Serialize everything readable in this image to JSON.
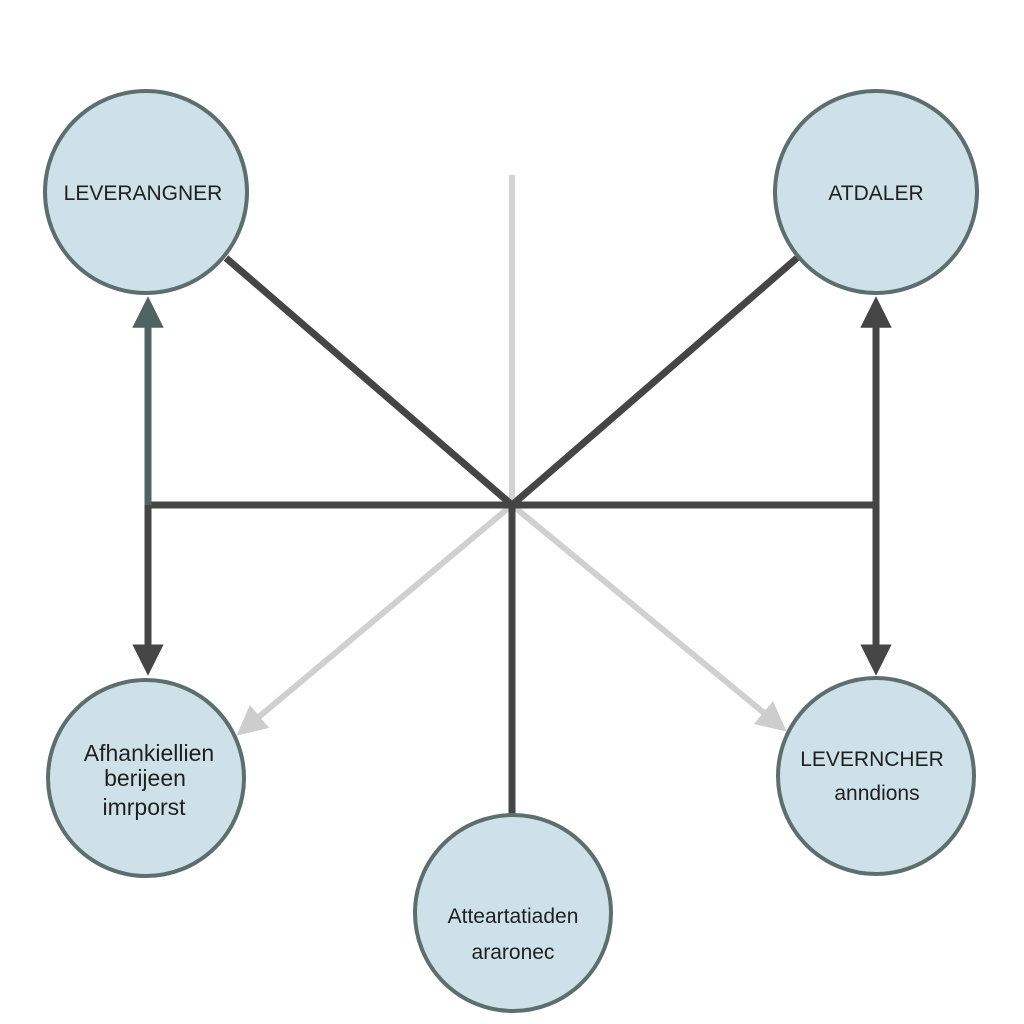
{
  "colors": {
    "background": "#ffffff",
    "node_fill": "#cfe1e8",
    "node_stroke": "#5d6e6f",
    "dark_line": "#454545",
    "light_line": "#cdcdcd",
    "text": "#1f1f1f"
  },
  "nodes": {
    "top_left": {
      "lines": [
        "LEVERANGNER"
      ]
    },
    "top_right": {
      "lines": [
        "ATDALER"
      ]
    },
    "bottom_left": {
      "lines": [
        "Afhankiellien",
        "berijeen",
        "imrporst"
      ]
    },
    "bottom_center": {
      "lines": [
        "Atteartatiaden",
        "araronec"
      ]
    },
    "bottom_right": {
      "lines": [
        "LEVERNCHER",
        "anndions"
      ]
    }
  }
}
